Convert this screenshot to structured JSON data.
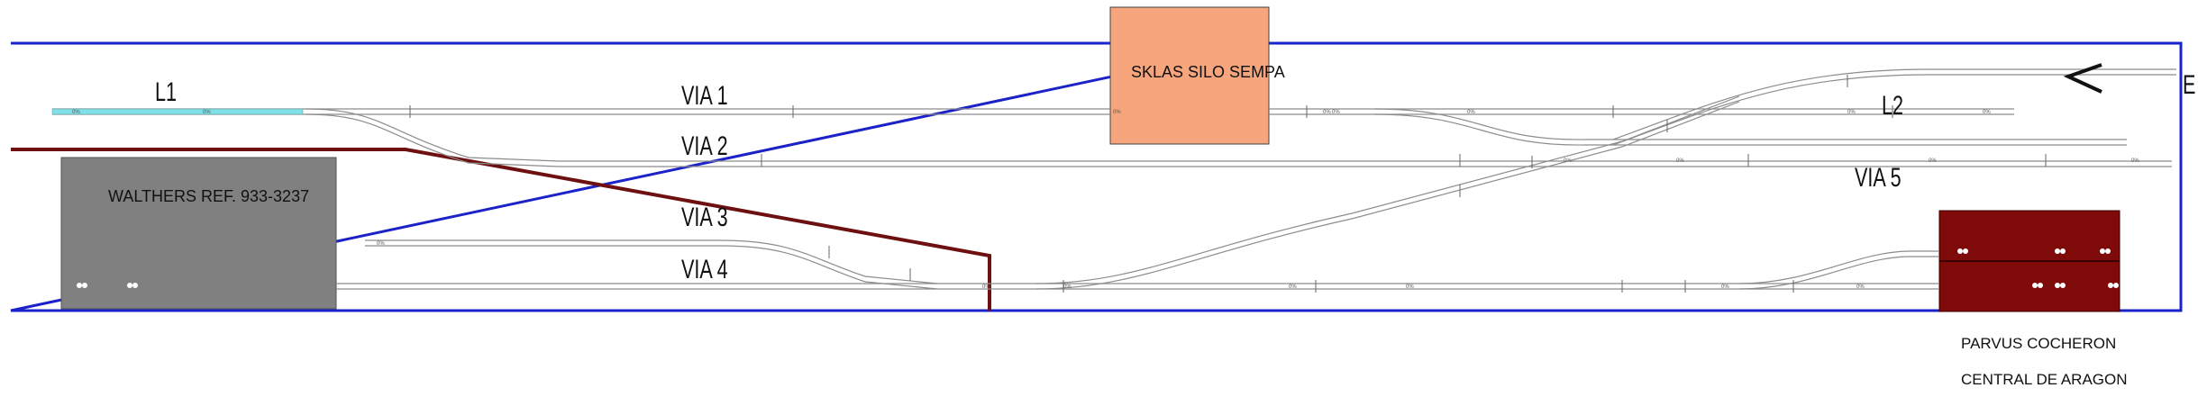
{
  "labels": {
    "l1": "L1",
    "l2": "L2",
    "via1": "VIA 1",
    "via2": "VIA 2",
    "via3": "VIA 3",
    "via4": "VIA 4",
    "via5": "VIA 5",
    "e": "E"
  },
  "buildings": {
    "silo": "SKLAS SILO SEMPA",
    "walthers": "WALTHERS REF. 933-3237"
  },
  "captions": {
    "line1": "PARVUS COCHERON",
    "line2": "CENTRAL DE ARAGON"
  },
  "switch_marks": [
    "0%",
    "0%",
    "0%",
    "0%",
    "0%",
    "0%",
    "0%",
    "0%",
    "0%",
    "0%",
    "0%",
    "0%",
    "0%",
    "0%",
    "0%",
    "0%",
    "0%",
    "0%",
    "0%"
  ],
  "colors": {
    "frame": "#1a22c8",
    "track": "#9a9a9a",
    "silo": "#f6a57c",
    "walthers": "#808080",
    "shed": "#7e0a0a",
    "cyan_track": "#7fe0e8",
    "backdrop": "#6e1010"
  }
}
